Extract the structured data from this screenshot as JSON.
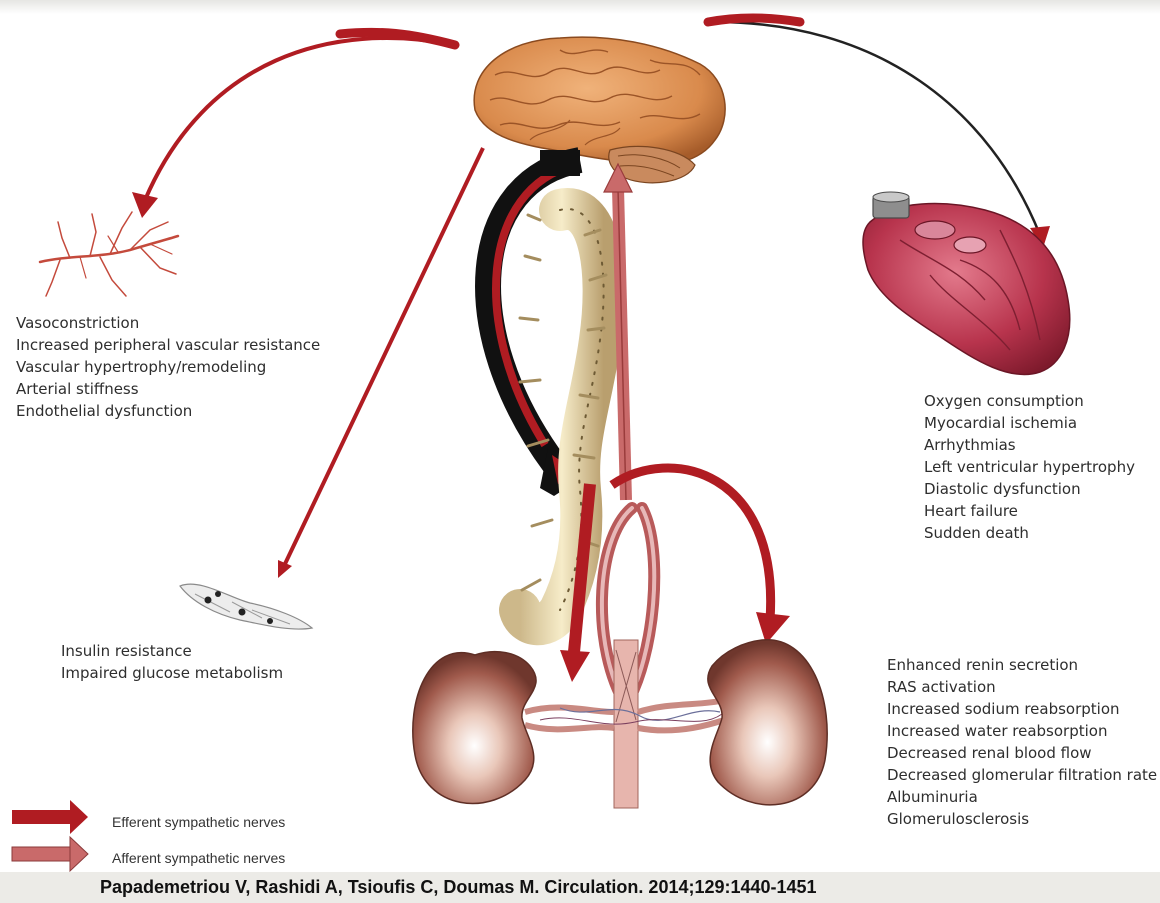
{
  "vascular_effects": [
    "Vasoconstriction",
    "Increased peripheral vascular resistance",
    "Vascular hypertrophy/remodeling",
    "Arterial stiffness",
    "Endothelial dysfunction"
  ],
  "cardiac_effects": [
    "Oxygen consumption",
    "Myocardial ischemia",
    "Arrhythmias",
    "Left ventricular hypertrophy",
    "Diastolic dysfunction",
    "Heart failure",
    "Sudden death"
  ],
  "metabolic_effects": [
    "Insulin resistance",
    "Impaired glucose metabolism"
  ],
  "renal_effects": [
    "Enhanced renin secretion",
    "RAS activation",
    "Increased sodium reabsorption",
    "Increased water reabsorption",
    "Decreased renal blood flow",
    "Decreased glomerular filtration rate",
    "Albuminuria",
    "Glomerulosclerosis"
  ],
  "legend": {
    "efferent": "Efferent sympathetic nerves",
    "afferent": "Afferent sympathetic nerves",
    "efferent_color": "#b01c22",
    "afferent_color": "#c96a6a"
  },
  "citation": "Papademetriou V, Rashidi A, Tsioufis C, Doumas M. Circulation. 2014;129:1440-1451",
  "icons": [
    "brain-illustration",
    "spine-illustration",
    "heart-illustration",
    "kidney-illustration",
    "blood-vessel-illustration",
    "fat-cells-illustration"
  ]
}
